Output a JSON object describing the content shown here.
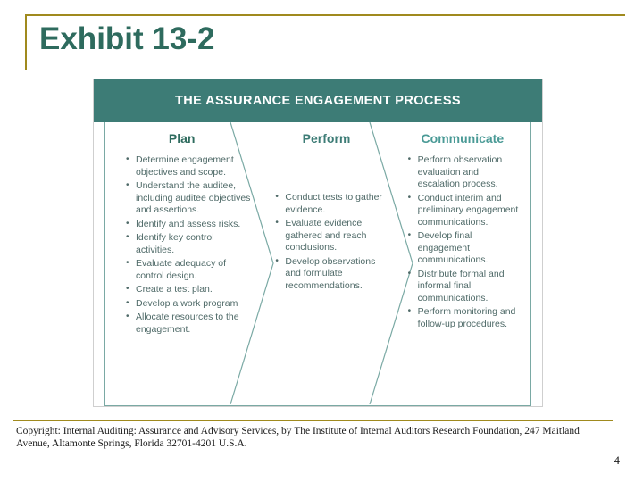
{
  "slide": {
    "title": "Exhibit 13-2",
    "page_number": "4",
    "copyright": "Copyright: Internal Auditing: Assurance and Advisory Services, by The Institute of Internal Auditors Research Foundation, 247 Maitland Avenue, Altamonte Springs, Florida 32701-4201 U.S.A."
  },
  "exhibit": {
    "header": "THE ASSURANCE ENGAGEMENT PROCESS",
    "columns": [
      {
        "heading": "Plan",
        "bullets": [
          "Determine engagement objectives and scope.",
          "Understand the auditee, including auditee objectives and assertions.",
          "Identify and assess risks.",
          "Identify key control activities.",
          "Evaluate adequacy of control design.",
          "Create a test plan.",
          "Develop a work program",
          "Allocate resources to the engagement."
        ]
      },
      {
        "heading": "Perform",
        "bullets": [
          "Conduct tests to gather evidence.",
          "Evaluate evidence gathered and reach conclusions.",
          "Develop observations and formulate recommendations."
        ]
      },
      {
        "heading": "Communicate",
        "bullets": [
          "Perform observation evaluation and escalation process.",
          "Conduct interim and preliminary engagement communications.",
          "Develop final engagement communications.",
          "Distribute formal and informal final communications.",
          "Perform monitoring and follow-up procedures."
        ]
      }
    ]
  },
  "colors": {
    "title": "#2e6b5e",
    "header_bg": "#3d7c76",
    "rule": "#a08a1e",
    "body_text": "#4f6a68"
  }
}
